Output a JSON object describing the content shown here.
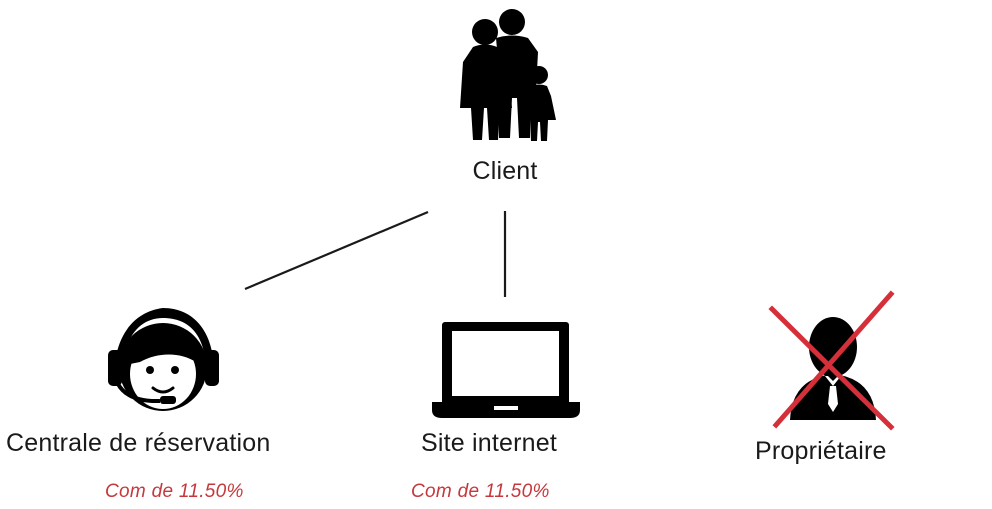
{
  "nodes": {
    "client": {
      "label": "Client",
      "icon": "family-icon"
    },
    "central": {
      "label": "Centrale de réservation",
      "icon": "headset-operator-icon",
      "note": "Com de 11.50%"
    },
    "website": {
      "label": "Site internet",
      "icon": "laptop-icon",
      "note": "Com de 11.50%"
    },
    "owner": {
      "label": "Propriétaire",
      "icon": "businessman-icon",
      "status": "crossed-out"
    }
  },
  "colors": {
    "icon": "#000000",
    "text": "#1a1a1a",
    "note": "#c6373c",
    "cross": "#d52f3a",
    "connector": "#1a1a1a"
  }
}
